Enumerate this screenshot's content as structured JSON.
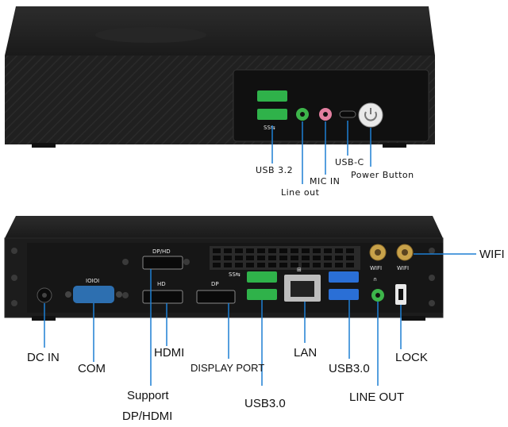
{
  "front_labels": {
    "usb32": "USB 3.2",
    "line_out": "Line out",
    "mic_in": "MIC IN",
    "usbc": "USB-C",
    "power_button": "Power Button"
  },
  "rear_labels": {
    "wifi": "WIFI",
    "dc_in": "DC IN",
    "com": "COM",
    "hdmi": "HDMI",
    "display_port": "DISPLAY PORT",
    "support_line1": "Support",
    "support_line2": "DP/HDMI",
    "usb30_left": "USB3.0",
    "lan": "LAN",
    "usb30_right": "USB3.0",
    "line_out": "LINE OUT",
    "lock": "LOCK"
  },
  "panel_text": {
    "dp_hd": "DP/HD",
    "com_glyph": "IOIOI",
    "hd": "HD",
    "dp": "DP",
    "wifi_a": "WIFI",
    "wifi_b": "WIFI"
  },
  "colors": {
    "chassis": "#1f1f1f",
    "usb2_green": "#2fb24a",
    "usb3_blue": "#2a6fd6",
    "leader": "#1d7fd3",
    "com_blue": "#2d6fb0",
    "antenna_gold": "#c8a24a"
  }
}
